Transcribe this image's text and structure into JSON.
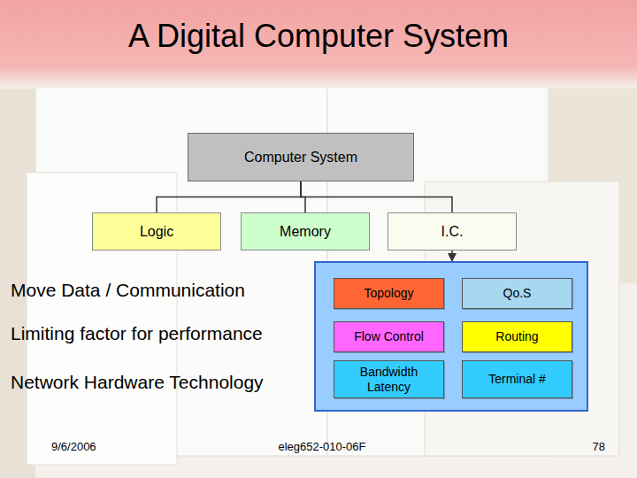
{
  "diagram": {
    "title": "A Digital Computer System",
    "nodes": [
      {
        "text": [
          "Computer System"
        ]
      },
      {
        "text": [
          "Logic"
        ]
      },
      {
        "text": [
          "Memory"
        ]
      },
      {
        "text": [
          "I.C."
        ]
      },
      {
        "text": []
      },
      {
        "text": [
          "Topology"
        ],
        "in": 4
      },
      {
        "text": [
          "Qo.S"
        ],
        "in": 4
      },
      {
        "text": [
          "Flow Control"
        ],
        "in": 4
      },
      {
        "text": [
          "Routing"
        ],
        "in": 4
      },
      {
        "text": [
          "Bandwidth Latency"
        ],
        "in": 4
      },
      {
        "text": [
          "Terminal #"
        ],
        "in": 4
      }
    ],
    "edges": [
      {
        "from": 0,
        "to": 1,
        "arrow": "none"
      },
      {
        "from": 0,
        "to": 2,
        "arrow": "none"
      },
      {
        "from": 0,
        "to": 3,
        "arrow": "none"
      },
      {
        "from": 3,
        "to": 4,
        "arrow": "to"
      }
    ],
    "labels": [
      "Move Data / Communication",
      "Limiting factor for performance",
      "Network Hardware Technology",
      "9/6/2006",
      "eleg652-010-06F",
      "78"
    ]
  }
}
